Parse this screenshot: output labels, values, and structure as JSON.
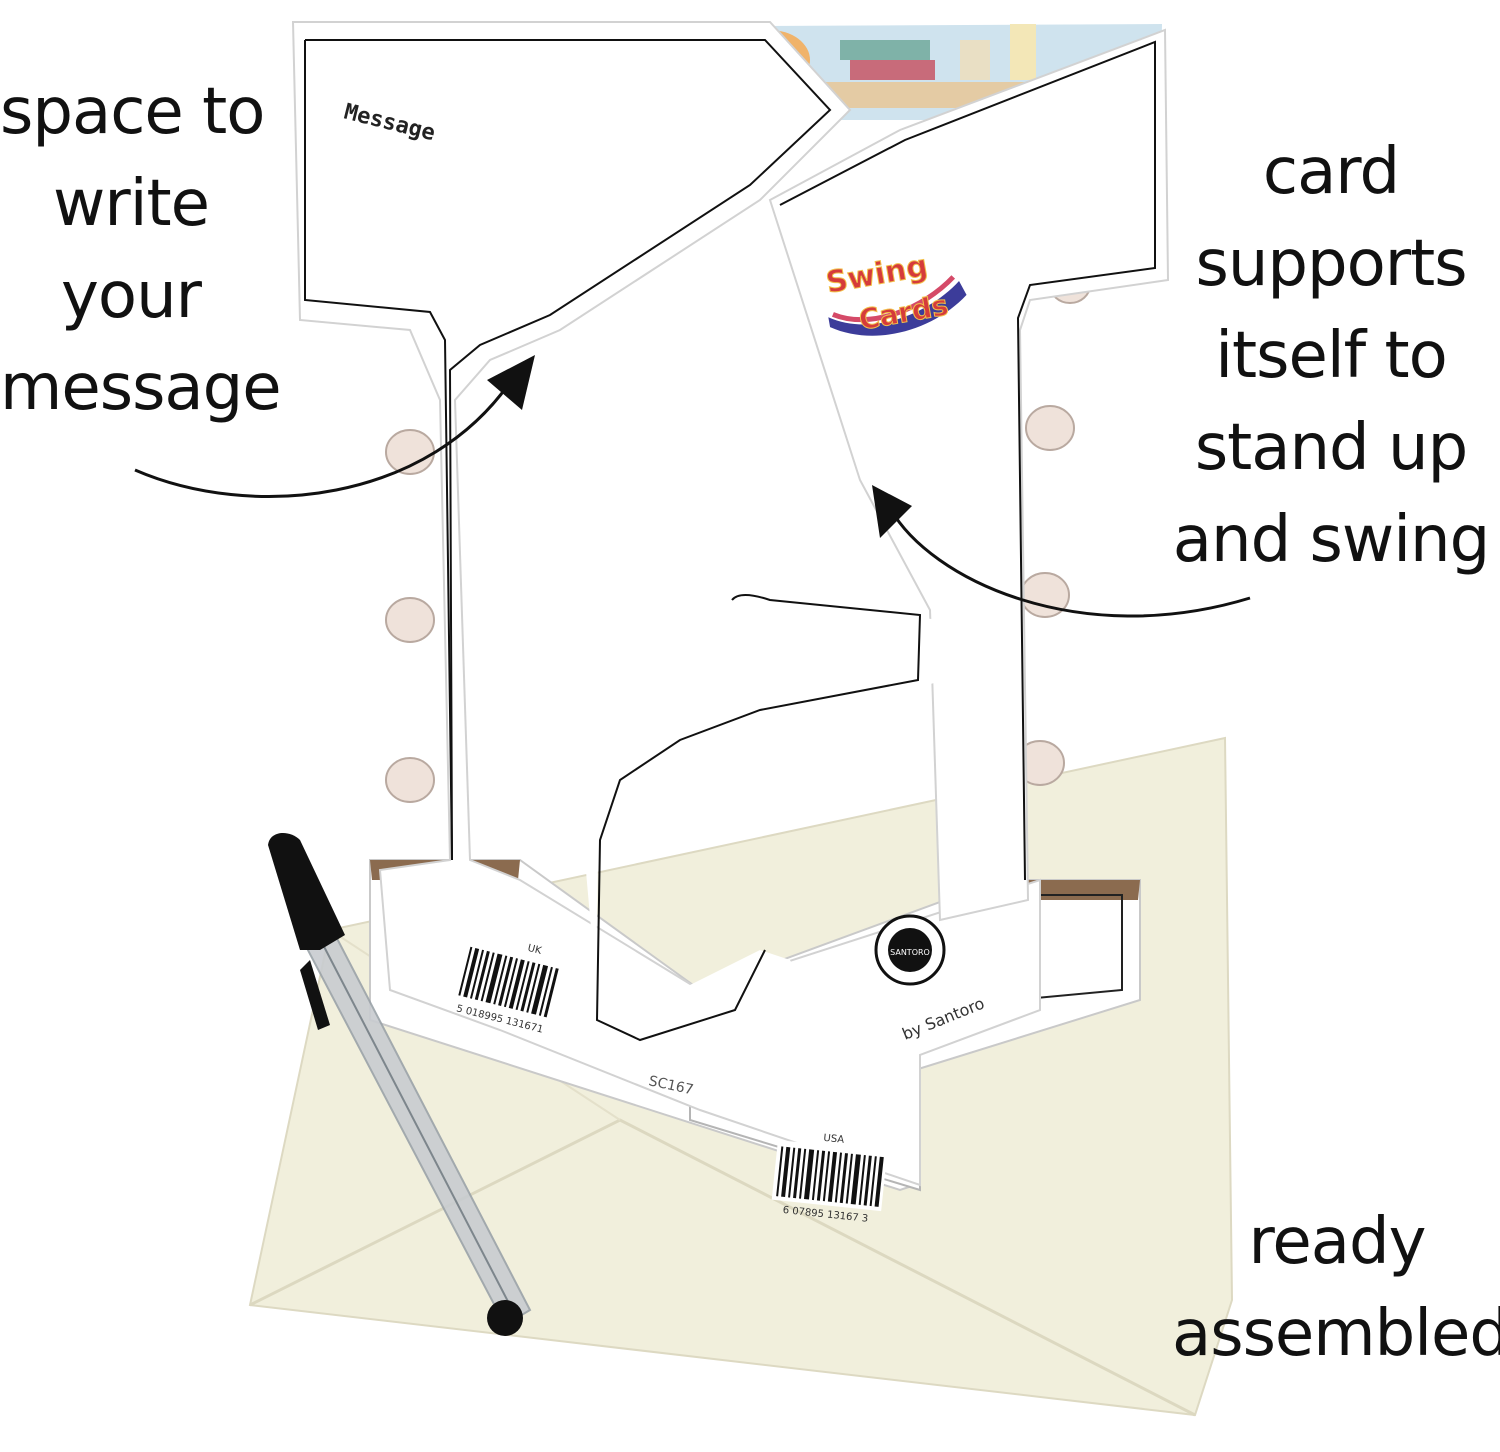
{
  "annotations": {
    "left": [
      "space to",
      "write",
      "your",
      "message"
    ],
    "right": [
      "card",
      "supports",
      "itself to",
      "stand up",
      "and swing"
    ],
    "bottom": [
      "ready",
      "assembled"
    ]
  },
  "card": {
    "message_label": "Message",
    "brand_logo": {
      "line1": "Swing",
      "line2": "Cards"
    },
    "publisher_text": "by Santoro",
    "seal_text": "SANTORO",
    "product_code": "SC167",
    "barcode_left_label": "UK",
    "barcode_right_label": "USA",
    "barcode_left_digits": "5 018995 131671",
    "barcode_right_digits": "6 07895 13167 3"
  },
  "colors": {
    "background": "#ffffff",
    "card": "#ffffff",
    "card_shadow": "#d9d9d9",
    "envelope": "#f1efdc",
    "pen_body": "#c8ccd0",
    "pen_cap": "#111111"
  }
}
